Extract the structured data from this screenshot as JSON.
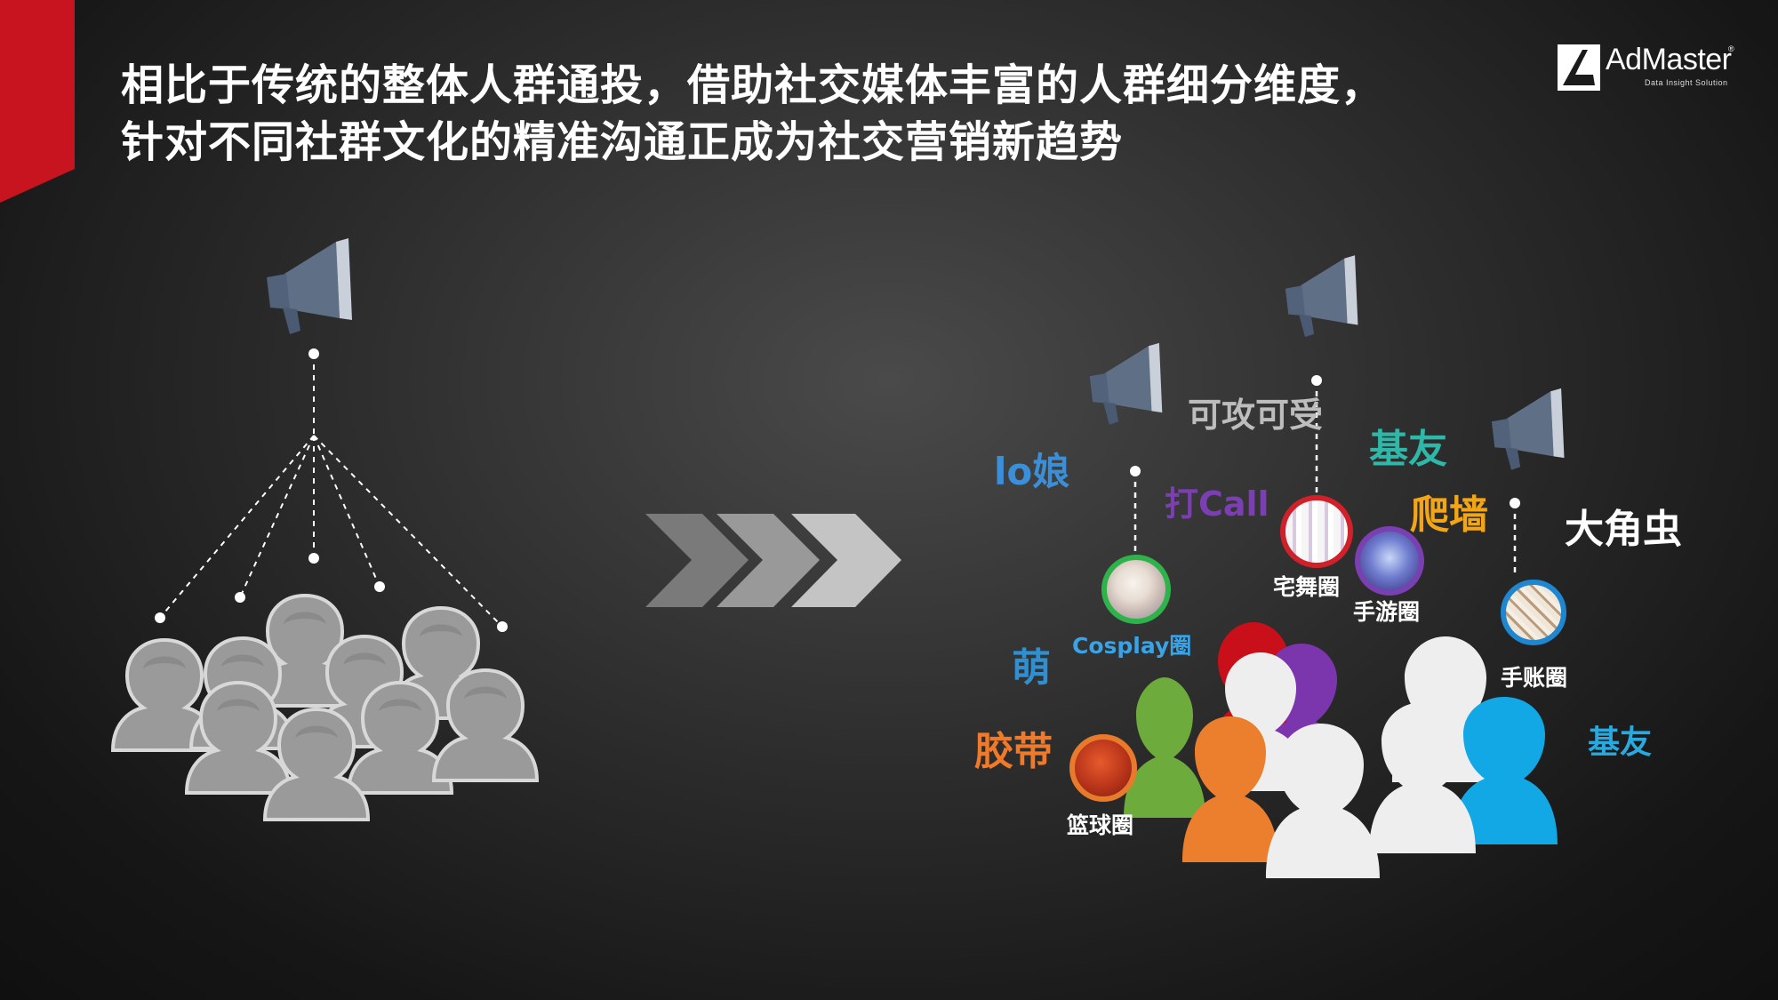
{
  "title": {
    "line1": "相比于传统的整体人群通投，借助社交媒体丰富的人群细分维度，",
    "line2": "针对不同社群文化的精准沟通正成为社交营销新趋势"
  },
  "logo": {
    "name": "AdMaster",
    "registered": "®",
    "tagline": "Data Insight Solution"
  },
  "icons": {
    "megaphone": "megaphone-icon",
    "person": "person-silhouette-icon",
    "arrows": "chevron-right-arrows-icon"
  },
  "keywords": [
    {
      "id": "ke-gong-ke-shou",
      "text": "可攻可受",
      "color": "#bdbdbd"
    },
    {
      "id": "ji-you-top",
      "text": "基友",
      "color": "#2fb7a7"
    },
    {
      "id": "lo-niang",
      "text": "lo娘",
      "color": "#3a8fd8"
    },
    {
      "id": "da-call",
      "text": "打Call",
      "color": "#7b3fb3"
    },
    {
      "id": "pa-qiang",
      "text": "爬墙",
      "color": "#f2a516"
    },
    {
      "id": "da-jiao-chong",
      "text": "大角虫",
      "color": "#ffffff"
    },
    {
      "id": "meng",
      "text": "萌",
      "color": "#2f8fd0"
    },
    {
      "id": "jiao-dai",
      "text": "胶带",
      "color": "#f07a2b"
    },
    {
      "id": "ji-you-bottom",
      "text": "基友",
      "color": "#28a9e0"
    }
  ],
  "circles": [
    {
      "id": "cosplay",
      "label": "Cosplay圈",
      "label_color": "#3aa3e6",
      "ring": "#2db34a"
    },
    {
      "id": "zhai-wu",
      "label": "宅舞圈",
      "label_color": "#ffffff",
      "ring": "#d0202a"
    },
    {
      "id": "shou-you",
      "label": "手游圈",
      "label_color": "#ffffff",
      "ring": "#7a3fb0"
    },
    {
      "id": "shou-zhang",
      "label": "手账圈",
      "label_color": "#ffffff",
      "ring": "#1f86d0"
    },
    {
      "id": "lan-qiu",
      "label": "篮球圈",
      "label_color": "#ffffff",
      "ring": "#e87a2b"
    }
  ],
  "colors": {
    "accent_red": "#c8141e",
    "crowd_gray": "#9a9a9a",
    "megaphone": "#5f6f86",
    "arrow_dark": "#7a7a7a",
    "arrow_mid": "#999999",
    "arrow_light": "#c4c4c4"
  }
}
